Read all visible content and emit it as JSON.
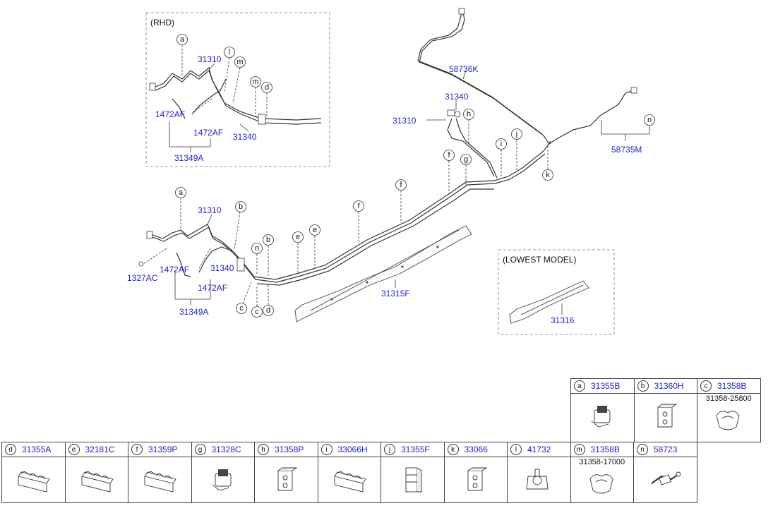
{
  "diagram": {
    "rhd_label": "(RHD)",
    "lowest_model_label": "(LOWEST MODEL)",
    "part_numbers": {
      "p31310": "31310",
      "p31340": "31340",
      "p1472AF": "1472AF",
      "p31349A": "31349A",
      "p1327AC": "1327AC",
      "p31315F": "31315F",
      "p31316": "31316",
      "p58736K": "58736K",
      "p58735M": "58735M"
    },
    "callouts": {
      "a": "a",
      "b": "b",
      "c": "c",
      "d": "d",
      "e": "e",
      "f": "f",
      "g": "g",
      "h": "h",
      "i": "i",
      "j": "j",
      "k": "k",
      "l": "l",
      "m": "m",
      "n": "n"
    }
  },
  "legend": {
    "top_row": [
      {
        "key": "a",
        "part": "31355B",
        "note": "",
        "icon": "clip-icon"
      },
      {
        "key": "b",
        "part": "31360H",
        "note": "",
        "icon": "bracket-icon"
      },
      {
        "key": "c",
        "part": "31358B",
        "note": "31358-25800",
        "icon": "clamp-icon"
      }
    ],
    "bottom_row": [
      {
        "key": "d",
        "part": "31355A",
        "note": "",
        "icon": "triple-clip-icon"
      },
      {
        "key": "e",
        "part": "32181C",
        "note": "",
        "icon": "triple-clip-icon"
      },
      {
        "key": "f",
        "part": "31359P",
        "note": "",
        "icon": "triple-clip-icon"
      },
      {
        "key": "g",
        "part": "31328C",
        "note": "",
        "icon": "clip-icon"
      },
      {
        "key": "h",
        "part": "31358P",
        "note": "",
        "icon": "bracket-icon"
      },
      {
        "key": "i",
        "part": "33066H",
        "note": "",
        "icon": "triple-clip-icon"
      },
      {
        "key": "j",
        "part": "31355F",
        "note": "",
        "icon": "stack-clip-icon"
      },
      {
        "key": "k",
        "part": "33066",
        "note": "",
        "icon": "bracket-icon"
      },
      {
        "key": "l",
        "part": "41732",
        "note": "",
        "icon": "grommet-icon"
      },
      {
        "key": "m",
        "part": "31358B",
        "note": "31358-17000",
        "icon": "clamp-icon"
      },
      {
        "key": "n",
        "part": "58723",
        "note": "",
        "icon": "connector-icon"
      }
    ]
  }
}
